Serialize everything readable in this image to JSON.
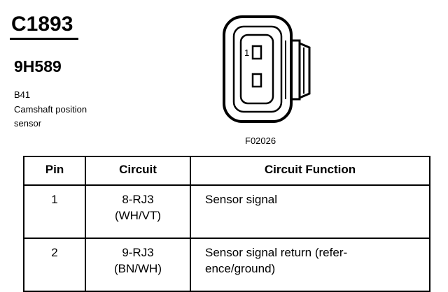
{
  "connector": {
    "id": "C1893",
    "part_number": "9H589",
    "code": "B41",
    "description_line1": "Camshaft position",
    "description_line2": "sensor"
  },
  "figure": {
    "pin_label": "1",
    "reference": "F02026"
  },
  "table": {
    "headers": {
      "pin": "Pin",
      "circuit": "Circuit",
      "function": "Circuit Function"
    },
    "rows": [
      {
        "pin": "1",
        "circuit_line1": "8-RJ3",
        "circuit_line2": "(WH/VT)",
        "function_line1": "Sensor signal",
        "function_line2": ""
      },
      {
        "pin": "2",
        "circuit_line1": "9-RJ3",
        "circuit_line2": "(BN/WH)",
        "function_line1": "Sensor signal return (refer-",
        "function_line2": "ence/ground)"
      }
    ]
  }
}
